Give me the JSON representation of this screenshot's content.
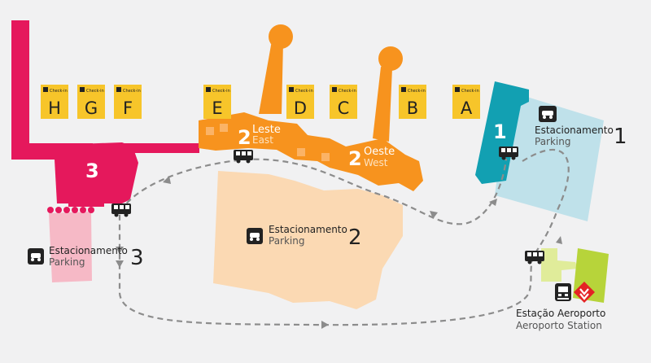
{
  "checkin_label": "Check-in",
  "checkin_areas": [
    {
      "letter": "H"
    },
    {
      "letter": "G"
    },
    {
      "letter": "F"
    },
    {
      "letter": "E"
    },
    {
      "letter": "D"
    },
    {
      "letter": "C"
    },
    {
      "letter": "B"
    },
    {
      "letter": "A"
    }
  ],
  "terminals": {
    "t1": {
      "number": "1"
    },
    "t2_east": {
      "number": "2",
      "name_pt": "Leste",
      "name_en": "East"
    },
    "t2_west": {
      "number": "2",
      "name_pt": "Oeste",
      "name_en": "West"
    },
    "t3": {
      "number": "3"
    }
  },
  "parkings": {
    "p1": {
      "title": "Estacionamento",
      "subtitle": "Parking",
      "number": "1"
    },
    "p2": {
      "title": "Estacionamento",
      "subtitle": "Parking",
      "number": "2"
    },
    "p3": {
      "title": "Estacionamento",
      "subtitle": "Parking",
      "number": "3"
    }
  },
  "station": {
    "title": "Estação Aeroporto",
    "subtitle": "Aeroporto Station"
  },
  "icons": [
    "checkin-icon",
    "car-icon",
    "bus-icon",
    "train-icon",
    "metro-logo"
  ],
  "colors": {
    "background": "#f1f1f2",
    "terminal_1": "#12a0b2",
    "terminal_2": "#f7931e",
    "terminal_3": "#e5185c",
    "checkin": "#f7c52a",
    "parking_1": "#bfe1ea",
    "parking_2": "#fbd9b3",
    "parking_3": "#f6b9c6",
    "station": "#b7d43a",
    "metro": "#e42325",
    "route": "#8c8c8c",
    "text": "#222222"
  }
}
